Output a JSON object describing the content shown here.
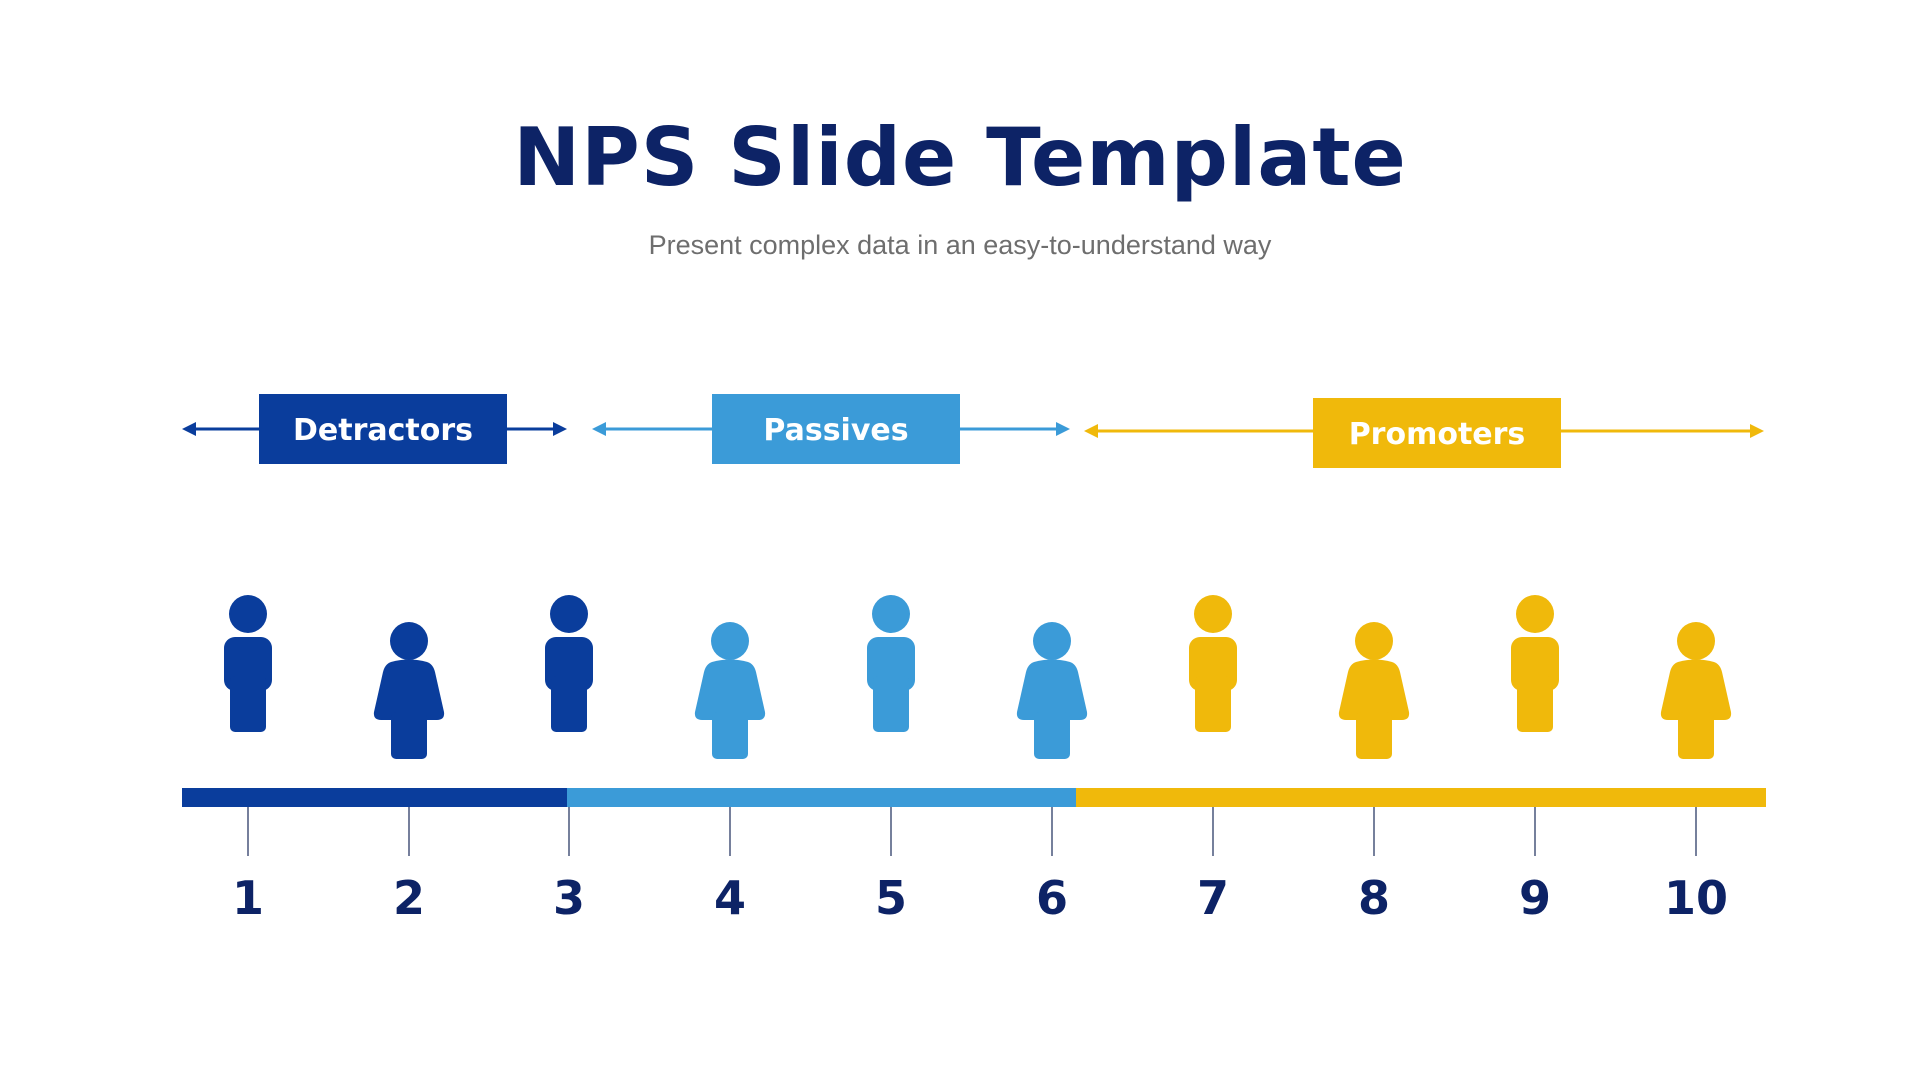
{
  "title": "NPS Slide Template",
  "subtitle": "Present complex data in an easy-to-understand way",
  "colors": {
    "title": "#0d2366",
    "detractors": "#0a3d9c",
    "passives": "#3b9bd8",
    "promoters": "#f0b90b",
    "tick": "#1a2a5a",
    "score_label": "#0d2366"
  },
  "segments": [
    {
      "id": "detractors",
      "label": "Detractors",
      "color": "#0a3d9c",
      "scores": [
        1,
        2,
        3
      ]
    },
    {
      "id": "passives",
      "label": "Passives",
      "color": "#3b9bd8",
      "scores": [
        4,
        5,
        6
      ]
    },
    {
      "id": "promoters",
      "label": "Promoters",
      "color": "#f0b90b",
      "scores": [
        7,
        8,
        9,
        10
      ]
    }
  ],
  "people": [
    {
      "score": "1",
      "figure": "male-person-icon",
      "color": "#0a3d9c"
    },
    {
      "score": "2",
      "figure": "female-person-icon",
      "color": "#0a3d9c"
    },
    {
      "score": "3",
      "figure": "male-person-icon",
      "color": "#0a3d9c"
    },
    {
      "score": "4",
      "figure": "female-person-icon",
      "color": "#3b9bd8"
    },
    {
      "score": "5",
      "figure": "male-person-icon",
      "color": "#3b9bd8"
    },
    {
      "score": "6",
      "figure": "female-person-icon",
      "color": "#3b9bd8"
    },
    {
      "score": "7",
      "figure": "male-person-icon",
      "color": "#f0b90b"
    },
    {
      "score": "8",
      "figure": "female-person-icon",
      "color": "#f0b90b"
    },
    {
      "score": "9",
      "figure": "male-person-icon",
      "color": "#f0b90b"
    },
    {
      "score": "10",
      "figure": "female-person-icon",
      "color": "#f0b90b"
    }
  ]
}
